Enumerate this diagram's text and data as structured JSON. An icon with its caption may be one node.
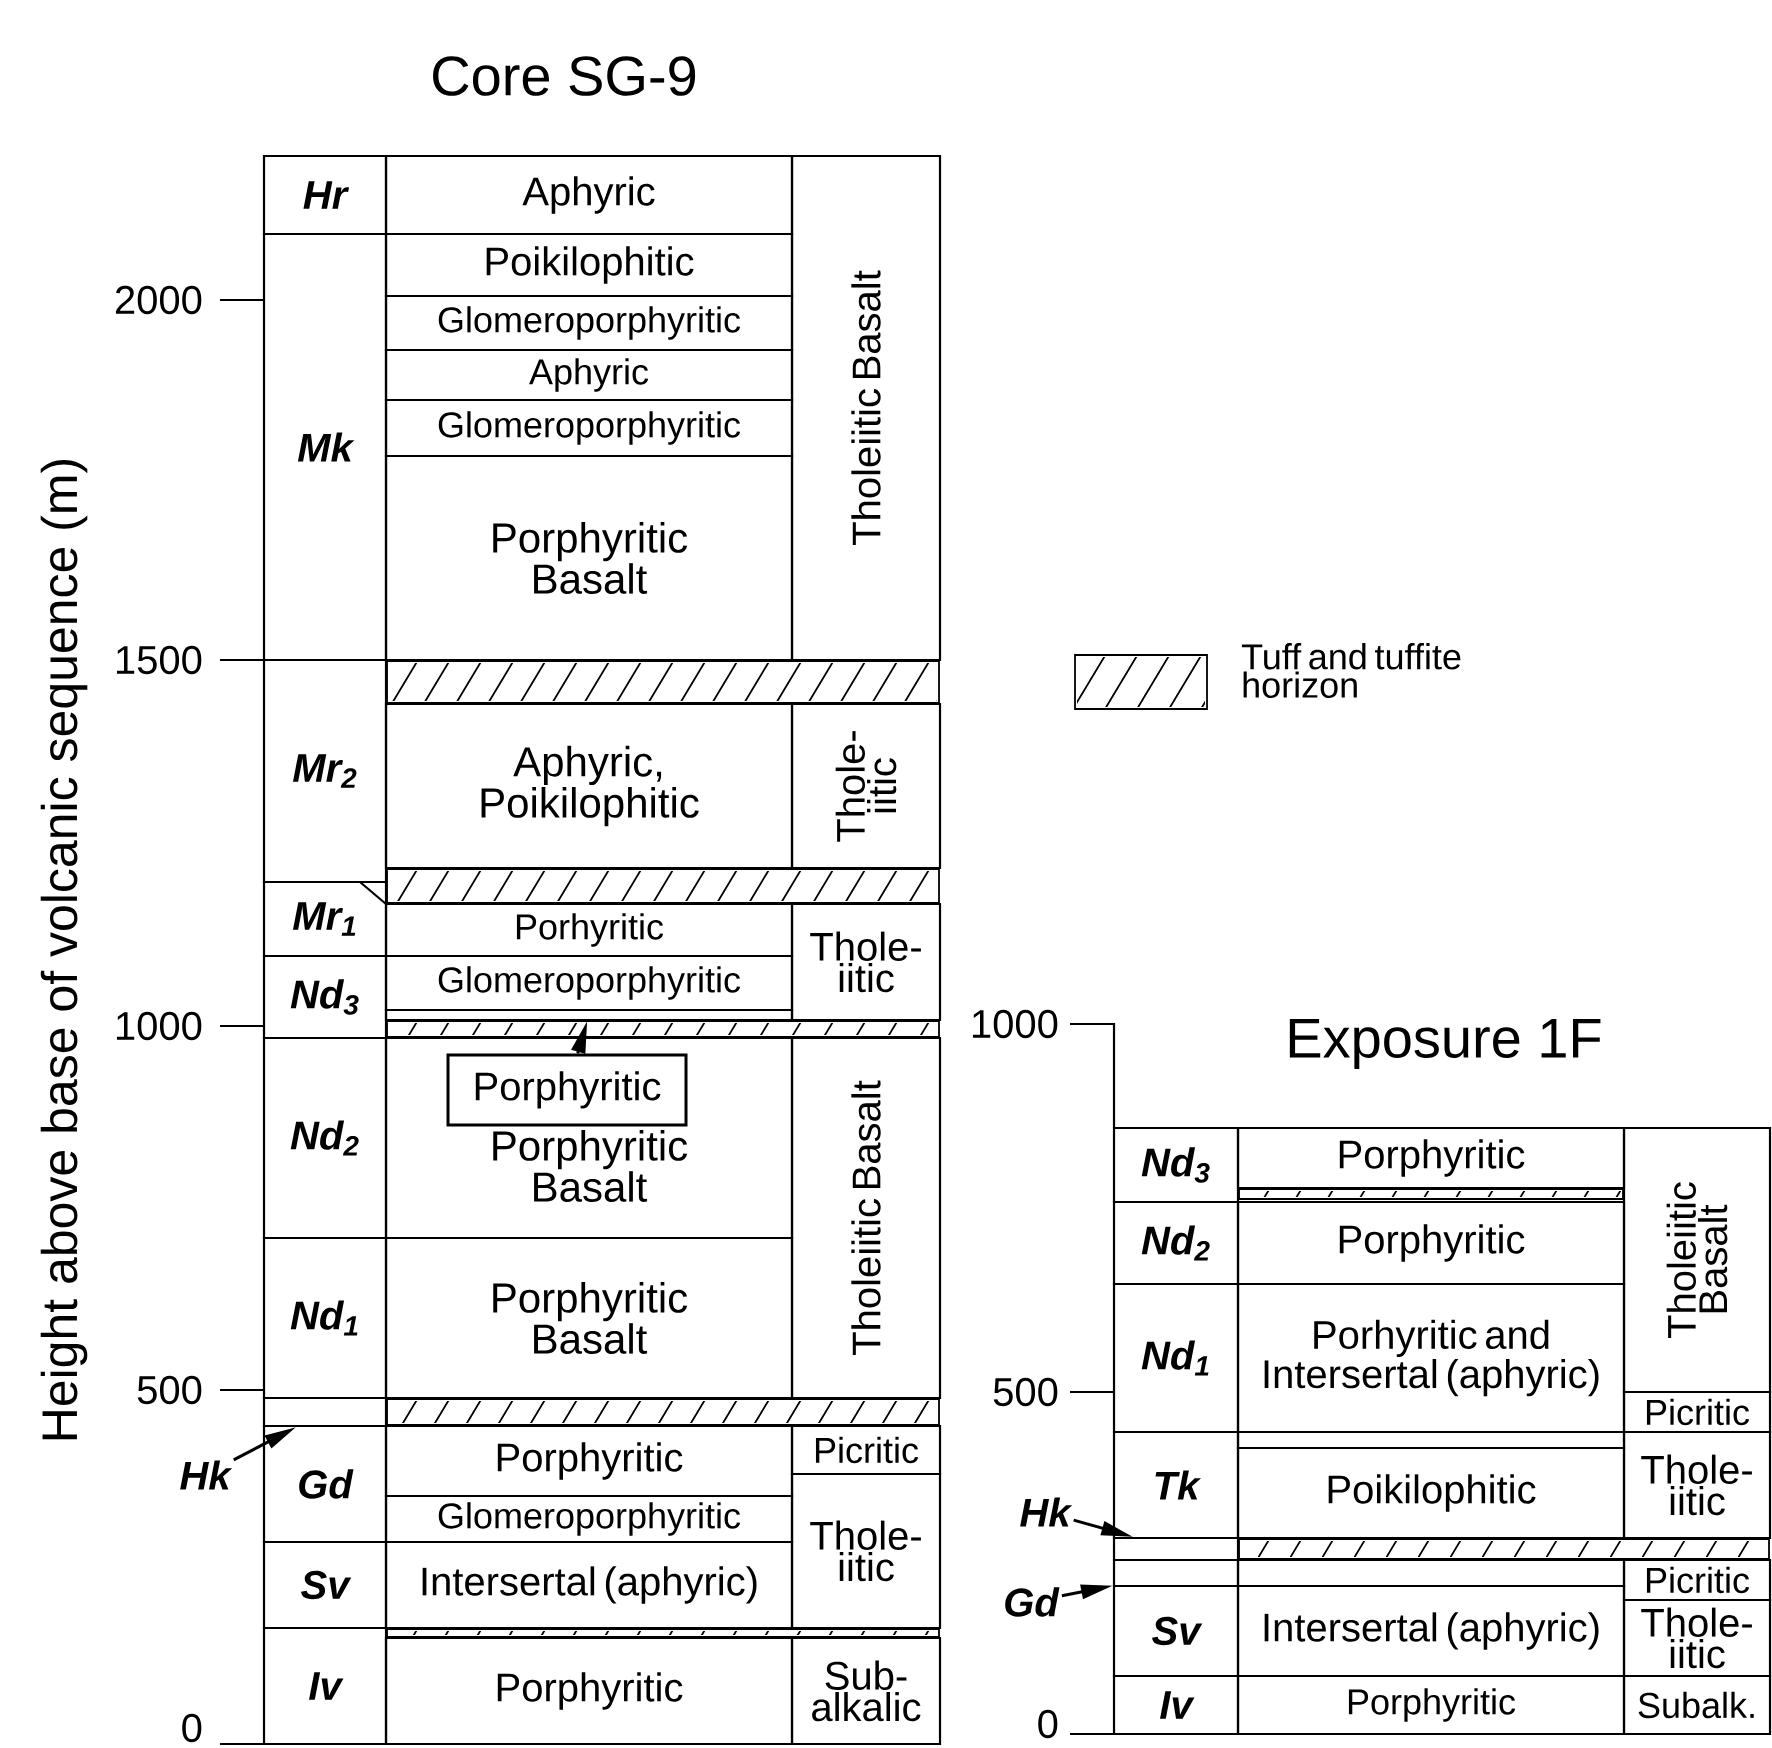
{
  "diagram": {
    "title": "Core SG-9",
    "nodes": [
      {
        "text": [
          "Hr"
        ]
      },
      {
        "text": [
          "Aphyric"
        ]
      },
      {
        "text": [
          "Tholeiitic Basalt"
        ]
      },
      {
        "text": [
          "Mk"
        ]
      },
      {
        "text": [
          "Poikilophitic"
        ]
      },
      {
        "text": [
          "Glomeroporphyritic"
        ]
      },
      {
        "text": [
          "Aphyric"
        ]
      },
      {
        "text": [
          "Glomeroporphyritic"
        ]
      },
      {
        "text": [
          "Porphyritic Basalt"
        ]
      },
      {
        "text": [
          "Mr$_{2}$"
        ]
      },
      {
        "text": [
          "Aphyric, Poikilophitic"
        ]
      },
      {
        "text": [
          "Thole- iitic"
        ]
      },
      {
        "text": [
          "Mr$_{1}$"
        ]
      },
      {
        "text": [
          "Porhyritic"
        ]
      },
      {
        "text": [
          "Thole- iitic"
        ]
      },
      {
        "text": [
          "Nd$_{3}$"
        ]
      },
      {
        "text": [
          "Glomeroporphyritic"
        ]
      },
      {
        "text": [],
        "shape": "box"
      },
      {
        "text": [
          "Nd$_{2}$"
        ]
      },
      {
        "text": [
          "Porphyritic Basalt"
        ]
      },
      {
        "text": [
          "Porphyritic"
        ],
        "in": 19
      },
      {
        "text": [
          "Tholeiitic Basalt"
        ]
      },
      {
        "text": [
          "Nd$_{1}$"
        ]
      },
      {
        "text": [
          "Porphyritic Basalt"
        ]
      },
      {
        "text": [
          "Hk"
        ]
      },
      {
        "text": [],
        "shape": "box"
      },
      {
        "text": [
          "Gd"
        ]
      },
      {
        "text": [
          "Porphyritic"
        ]
      },
      {
        "text": [
          "Picritic"
        ]
      },
      {
        "text": [
          "Glomeroporphyritic"
        ]
      },
      {
        "text": [
          "Thole- iitic"
        ]
      },
      {
        "text": [
          "Sv"
        ]
      },
      {
        "text": [
          "Intersertal (aphyric)"
        ]
      },
      {
        "text": [
          "Iv"
        ]
      },
      {
        "text": [
          "Porphyritic"
        ]
      },
      {
        "text": [
          "Sub- alkalic"
        ]
      },
      {
        "text": [
          "Nd$_{3}$"
        ]
      },
      {
        "text": [
          "Porphyritic"
        ]
      },
      {
        "text": [
          "Tholeiitic Basalt"
        ]
      },
      {
        "text": [
          "Nd$_{2}$"
        ]
      },
      {
        "text": [
          "Porphyritic"
        ]
      },
      {
        "text": [
          "Nd$_{1}$"
        ]
      },
      {
        "text": [
          "Porhyritic and Intersertal (aphyric)"
        ]
      },
      {
        "text": [
          "Picritic"
        ]
      },
      {
        "text": [
          "Tk"
        ]
      },
      {
        "text": [
          "Poikilophitic"
        ]
      },
      {
        "text": [
          "Thole- iitic"
        ]
      },
      {
        "text": [
          "Hk"
        ]
      },
      {
        "text": [],
        "shape": "box"
      },
      {
        "text": [
          "Gd"
        ]
      },
      {
        "text": [],
        "shape": "box"
      },
      {
        "text": [
          "Picritic"
        ]
      },
      {
        "text": [
          "Sv"
        ]
      },
      {
        "text": [
          "Intersertal (aphyric)"
        ]
      },
      {
        "text": [
          "Thole- iitic"
        ]
      },
      {
        "text": [
          "Iv"
        ]
      },
      {
        "text": [
          "Porphyritic"
        ]
      },
      {
        "text": [
          "Subalk."
        ]
      }
    ],
    "edges": [
      {
        "from": 20,
        "to": 17,
        "arrow": "to"
      },
      {
        "from": 24,
        "to": 25,
        "arrow": "to"
      },
      {
        "from": 47,
        "to": 48,
        "arrow": "to"
      },
      {
        "from": 49,
        "to": 50,
        "arrow": "to"
      }
    ],
    "labels": [
      "Height above base of volcanic sequence (m)",
      "2000",
      "1500",
      "1000",
      "500",
      "0",
      "Exposure 1F",
      "1000",
      "500",
      "0"
    ],
    "legend": [
      {
        "text": "Tuff and tuffite horizon"
      }
    ]
  }
}
